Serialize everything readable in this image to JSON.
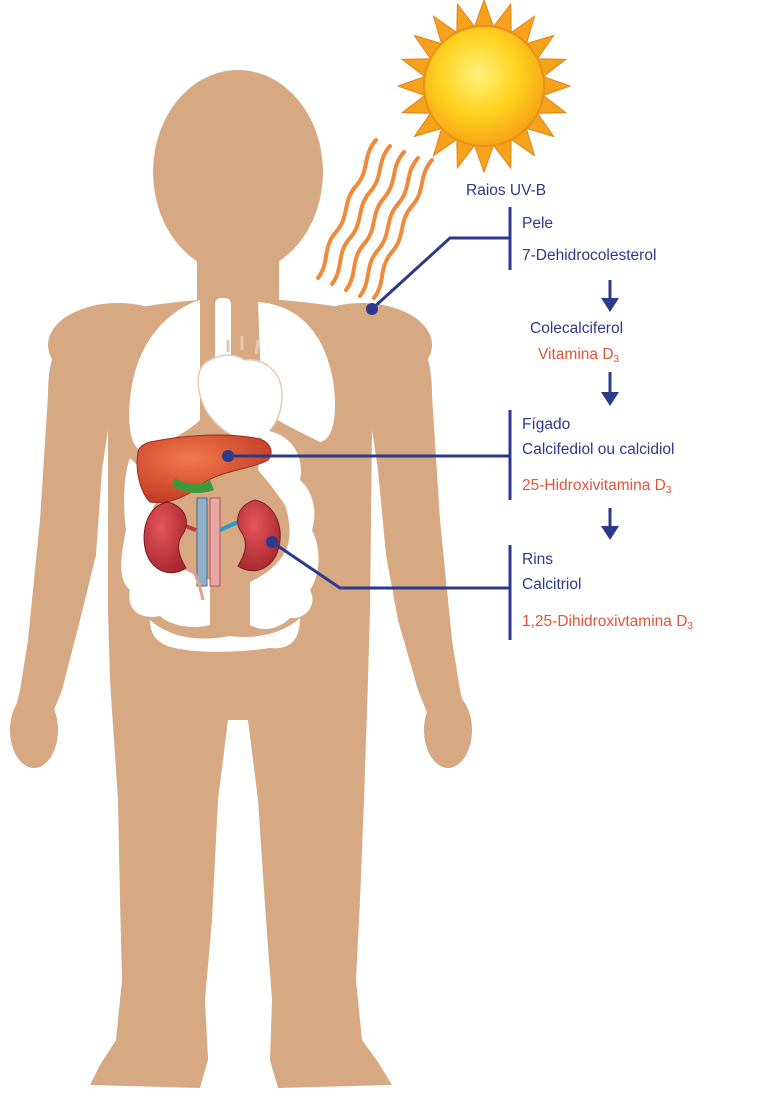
{
  "colors": {
    "body_skin": "#d6a982",
    "organ_white": "#ffffff",
    "sun_yellow": "#ffd21f",
    "sun_orange": "#f7a21b",
    "uv_rays": "#f08a3a",
    "pathway_blue": "#2b3a8c",
    "vitamin_red": "#e0553a",
    "liver": "#d9462f",
    "kidney": "#c8363a"
  },
  "icons": [
    "sun-icon",
    "human-body-icon",
    "lungs-icon",
    "heart-icon",
    "liver-icon",
    "kidneys-icon",
    "down-arrow-icon"
  ],
  "pathway": {
    "uv": {
      "label": "Raios UV-B"
    },
    "skin": {
      "organ": "Pele",
      "compound": "7-Dehidrocolesterol"
    },
    "step1": {
      "compound": "Colecalciferol",
      "vitamin_text": "Vitamina D",
      "vitamin_sub": "3"
    },
    "liver": {
      "organ": "Fígado",
      "compound": "Calcifediol ou calcidiol",
      "vitamin_text": "25-Hidroxivitamina D",
      "vitamin_sub": "3"
    },
    "kidney": {
      "organ": "Rins",
      "compound": "Calcitriol",
      "vitamin_text": "1,25-Dihidroxivtamina D",
      "vitamin_sub": "3"
    }
  }
}
